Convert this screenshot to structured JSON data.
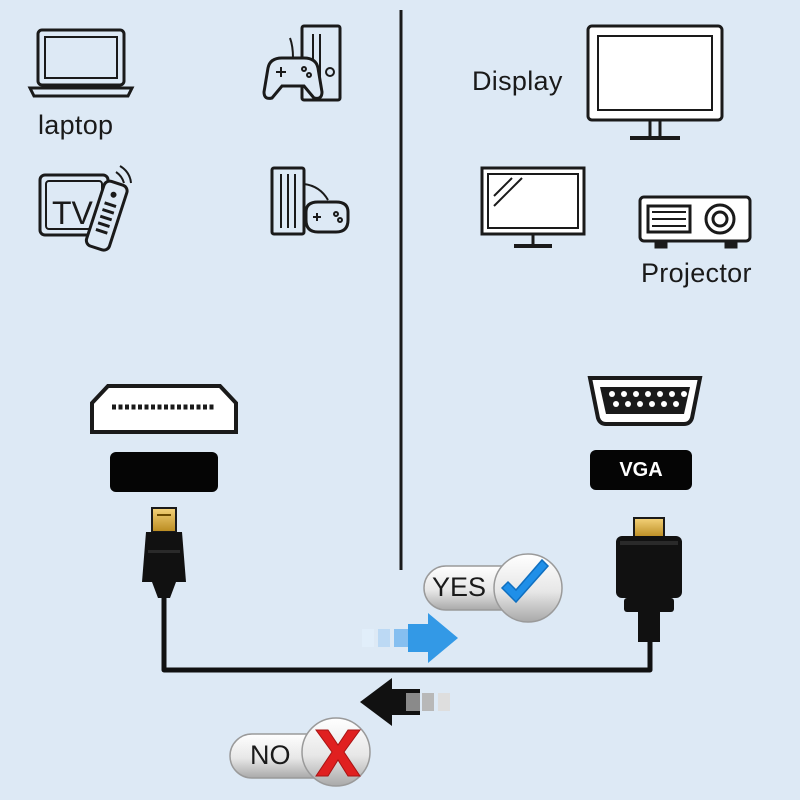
{
  "source_devices": {
    "laptop_label": "laptop",
    "tv_icon_text": "TV",
    "connector_badge_label": ""
  },
  "target_devices": {
    "display_label": "Display",
    "projector_label": "Projector",
    "connector_badge_label": "VGA"
  },
  "direction": {
    "yes_label": "YES",
    "no_label": "NO"
  },
  "colors": {
    "panel_background": "#dde9f5",
    "arrow_blue": "#3399e6",
    "check_blue": "#1f8fe8",
    "cross_red": "#e02020",
    "outline_dark": "#1a1a1a"
  }
}
